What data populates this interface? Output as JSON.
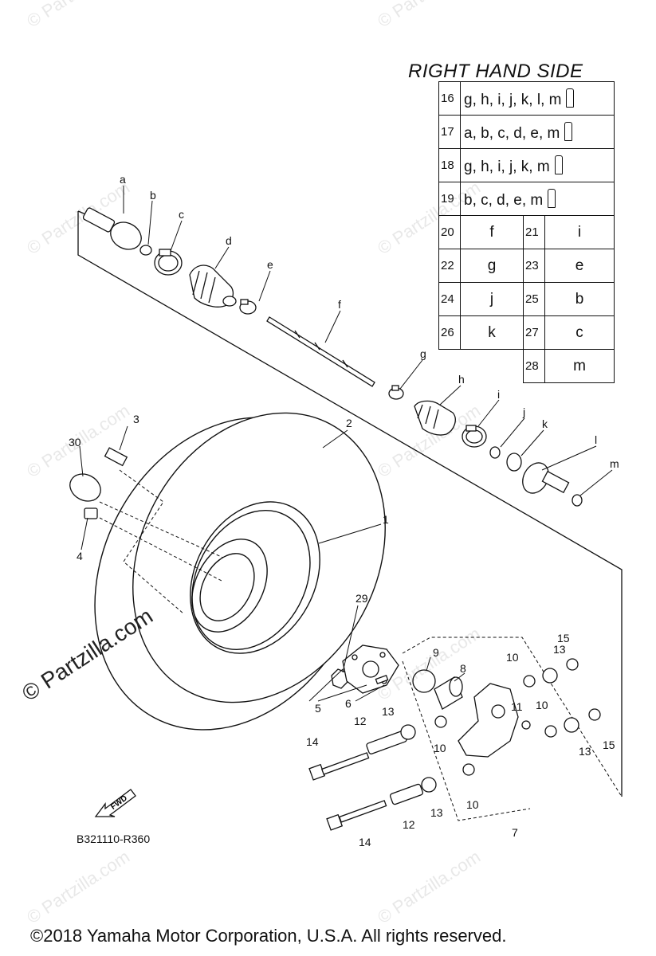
{
  "title": "RIGHT HAND SIDE",
  "rows_wide": [
    {
      "num": "16",
      "parts": "g, h, i, j, k, l, m"
    },
    {
      "num": "17",
      "parts": "a, b, c, d, e, m"
    },
    {
      "num": "18",
      "parts": "g, h, i, j, k, m"
    },
    {
      "num": "19",
      "parts": "b, c, d, e, m"
    }
  ],
  "rows_pairs": [
    {
      "n1": "20",
      "v1": "f",
      "n2": "21",
      "v2": "i"
    },
    {
      "n1": "22",
      "v1": "g",
      "n2": "23",
      "v2": "e"
    },
    {
      "n1": "24",
      "v1": "j",
      "n2": "25",
      "v2": "b"
    },
    {
      "n1": "26",
      "v1": "k",
      "n2": "27",
      "v2": "c"
    },
    {
      "n1": "",
      "v1": "",
      "n2": "28",
      "v2": "m"
    }
  ],
  "diagram_code": "B321110-R360",
  "fwd_label": "FWD",
  "watermark_main": "© Partzilla.com",
  "watermark_faint": "© Partzilla.com",
  "copyright": "©2018 Yamaha Motor Corporation, U.S.A. All rights reserved.",
  "callouts": {
    "a": "a",
    "b": "b",
    "c": "c",
    "d": "d",
    "e": "e",
    "f": "f",
    "g": "g",
    "h": "h",
    "i": "i",
    "j": "j",
    "k": "k",
    "l": "l",
    "m": "m",
    "n1": "1",
    "n2": "2",
    "n3": "3",
    "n4": "4",
    "n5": "5",
    "n6": "6",
    "n7": "7",
    "n8": "8",
    "n9": "9",
    "n10a": "10",
    "n10b": "10",
    "n10c": "10",
    "n10d": "10",
    "n11": "11",
    "n12a": "12",
    "n12b": "12",
    "n13a": "13",
    "n13b": "13",
    "n13c": "13",
    "n13d": "13",
    "n14a": "14",
    "n14b": "14",
    "n15a": "15",
    "n15b": "15",
    "n29": "29",
    "n30": "30"
  }
}
